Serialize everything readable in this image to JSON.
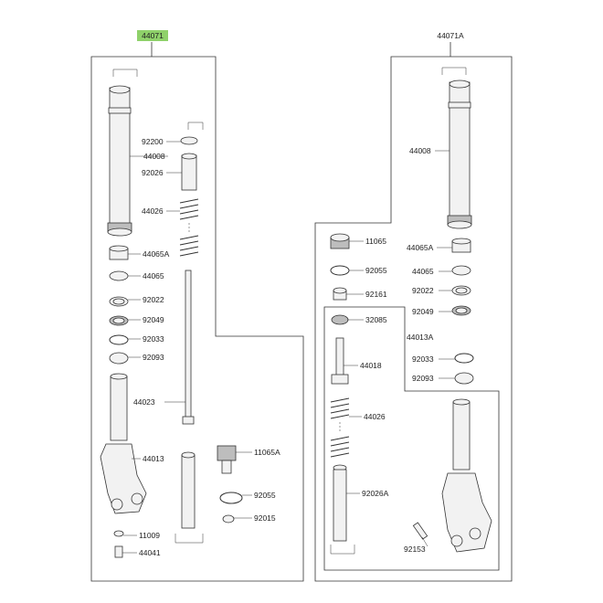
{
  "diagram": {
    "left_title": "44071",
    "right_title": "44071A",
    "title_highlight_color": "#8fd16a",
    "labels": {
      "l_92200": "92200",
      "l_44008": "44008",
      "l_92026": "92026",
      "l_44026": "44026",
      "l_44065A": "44065A",
      "l_44065": "44065",
      "l_92022": "92022",
      "l_92049": "92049",
      "l_92033": "92033",
      "l_92093": "92093",
      "l_44023": "44023",
      "l_44013": "44013",
      "l_11009": "11009",
      "l_44041": "44041",
      "l_11065A": "11065A",
      "l_92055": "92055",
      "l_92015": "92015",
      "r_44008": "44008",
      "r_11065": "11065",
      "r_44065A": "44065A",
      "r_92055": "92055",
      "r_44065": "44065",
      "r_92161": "92161",
      "r_92022": "92022",
      "r_92049": "92049",
      "r_32085": "32085",
      "r_44013A": "44013A",
      "r_44018": "44018",
      "r_92033": "92033",
      "r_92093": "92093",
      "r_44026": "44026",
      "r_92026A": "92026A",
      "r_92153": "92153"
    }
  }
}
